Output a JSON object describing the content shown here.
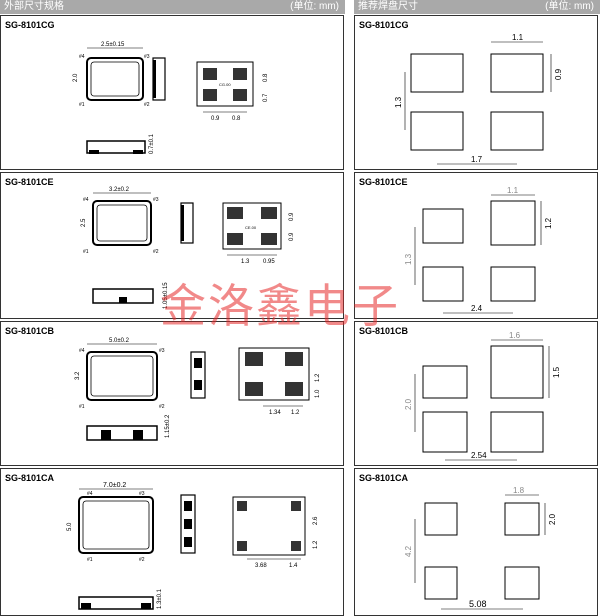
{
  "headers": {
    "left": {
      "title": "外部尺寸规格",
      "unit": "(单位: mm)"
    },
    "right": {
      "title": "推荐焊盘尺寸",
      "unit": "(单位: mm)"
    }
  },
  "sections": [
    {
      "model": "SG-8101CG",
      "outline": {
        "width": "2.5±0.15",
        "height": "2.0",
        "thickness": "0.7±0.1",
        "pad_w1": "0.9",
        "pad_w2": "0.8",
        "pad_h1": "0.8",
        "pad_h2": "0.7",
        "pins": [
          "#4",
          "#3",
          "#1",
          "#2"
        ],
        "center_mark": "CG.00"
      },
      "pads": {
        "pad_w": "1.1",
        "pad_h": "0.9",
        "pitch_y": "1.3",
        "pitch_x": "1.7"
      }
    },
    {
      "model": "SG-8101CE",
      "outline": {
        "width": "3.2±0.2",
        "height": "2.5",
        "thickness": "1.05±0.15",
        "pad_w1": "1.3",
        "pad_w2": "0.95",
        "pad_h1": "0.9",
        "pad_h2": "0.9",
        "pins": [
          "#4",
          "#3",
          "#1",
          "#2"
        ],
        "center_mark": "CE.00"
      },
      "pads": {
        "pad_w": "1.1",
        "pad_h": "1.2",
        "pitch_y": "1.3",
        "pitch_x": "2.4"
      }
    },
    {
      "model": "SG-8101CB",
      "outline": {
        "width": "5.0±0.2",
        "height": "3.2",
        "thickness": "1.15±0.2",
        "pad_w1": "1.34",
        "pad_w2": "1.2",
        "pad_h1": "1.2",
        "pad_h2": "1.0",
        "pins": [
          "#4",
          "#3",
          "#1",
          "#2"
        ],
        "center_mark": ""
      },
      "pads": {
        "pad_w": "1.6",
        "pad_h": "1.5",
        "pitch_y": "2.0",
        "pitch_x": "2.54"
      }
    },
    {
      "model": "SG-8101CA",
      "outline": {
        "width": "7.0±0.2",
        "height": "5.0",
        "thickness": "1.3±0.1",
        "pad_w1": "3.68",
        "pad_w2": "1.4",
        "pad_h1": "2.6",
        "pad_h2": "1.2",
        "pins": [
          "#4",
          "#3",
          "#1",
          "#2"
        ],
        "center_mark": ""
      },
      "pads": {
        "pad_w": "1.8",
        "pad_h": "2.0",
        "pitch_y": "4.2",
        "pitch_x": "5.08"
      }
    }
  ],
  "watermark": "金洛鑫电子"
}
